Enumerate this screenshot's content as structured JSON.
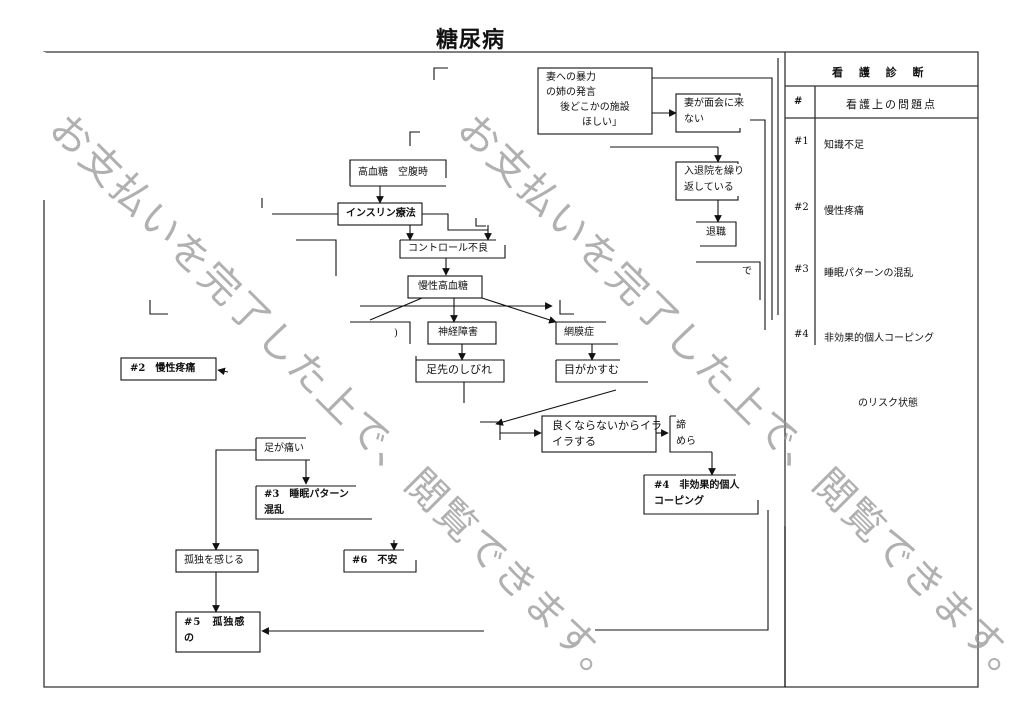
{
  "title": "糖尿病",
  "table": {
    "header": "看 護 診 断",
    "col_num": "#",
    "col_problem": "看護上の問題点",
    "rows": [
      {
        "num": "#1",
        "problem": "知識不足"
      },
      {
        "num": "#2",
        "problem": "慢性疼痛"
      },
      {
        "num": "#3",
        "problem": "睡眠パターンの混乱"
      },
      {
        "num": "#4",
        "problem": "非効果的個人コーピング"
      },
      {
        "num": "",
        "problem": "のリスク状態"
      }
    ]
  },
  "nodes": {
    "violence": [
      "妻への暴力",
      "の姉の発言",
      "後どこかの施設",
      "ほしい」"
    ],
    "wife_not_visit": [
      "妻が面会に来",
      "ない"
    ],
    "readmission": [
      "入退院を繰り",
      "返している"
    ],
    "retire": "退職",
    "partial_de": "で",
    "hyperglycemia": "高血糖　空腹時",
    "insulin": "インスリン療法",
    "control_poor": "コントロール不良",
    "chronic_hyper": "慢性高血糖",
    "neuropathy": "神経障害",
    "retinopathy": "網膜症",
    "numbness": "足先のしびれ",
    "blurred": "目がかすむ",
    "partial_left": ")",
    "pain2": "#2　慢性疼痛",
    "irritated": [
      "良くならないからイラ",
      "イラする"
    ],
    "partial_right": [
      "諦",
      "めら"
    ],
    "coping4": [
      "#4　非効果的個人",
      "コーピング"
    ],
    "leg_pain": "足が痛い",
    "sleep3": [
      "#3　睡眠パターン",
      "混乱"
    ],
    "anxiety6": "#6　不安",
    "lonely": "孤独を感じる",
    "lonely5": [
      "#5　孤独感",
      "の"
    ]
  },
  "watermark": "お支払いを完了した上で、閲覧できます。"
}
